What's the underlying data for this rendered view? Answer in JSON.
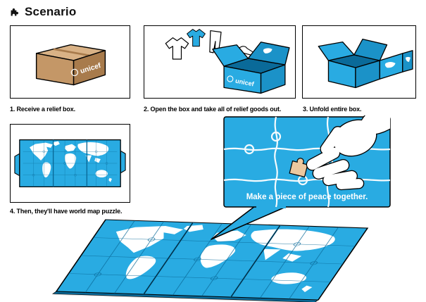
{
  "header": {
    "title": "Scenario"
  },
  "brand": {
    "name": "unicef"
  },
  "steps": [
    {
      "caption": "1. Receive a relief box."
    },
    {
      "caption": "2. Open the box and take all of relief goods out."
    },
    {
      "caption": "3. Unfold entire box."
    },
    {
      "caption": "4. Then, they'll have world map puzzle."
    }
  ],
  "callout": {
    "text": "Make a piece of peace together."
  },
  "colors": {
    "unicef_cyan": "#29ABE2",
    "cyan_dark": "#1B92C8",
    "cyan_deep": "#0A6A99",
    "cardboard": "#C49767",
    "cardboard_light": "#D9B286",
    "cardboard_dark": "#A87B4C",
    "skin": "#ECC89F",
    "outline": "#000000",
    "background": "#FFFFFF"
  }
}
